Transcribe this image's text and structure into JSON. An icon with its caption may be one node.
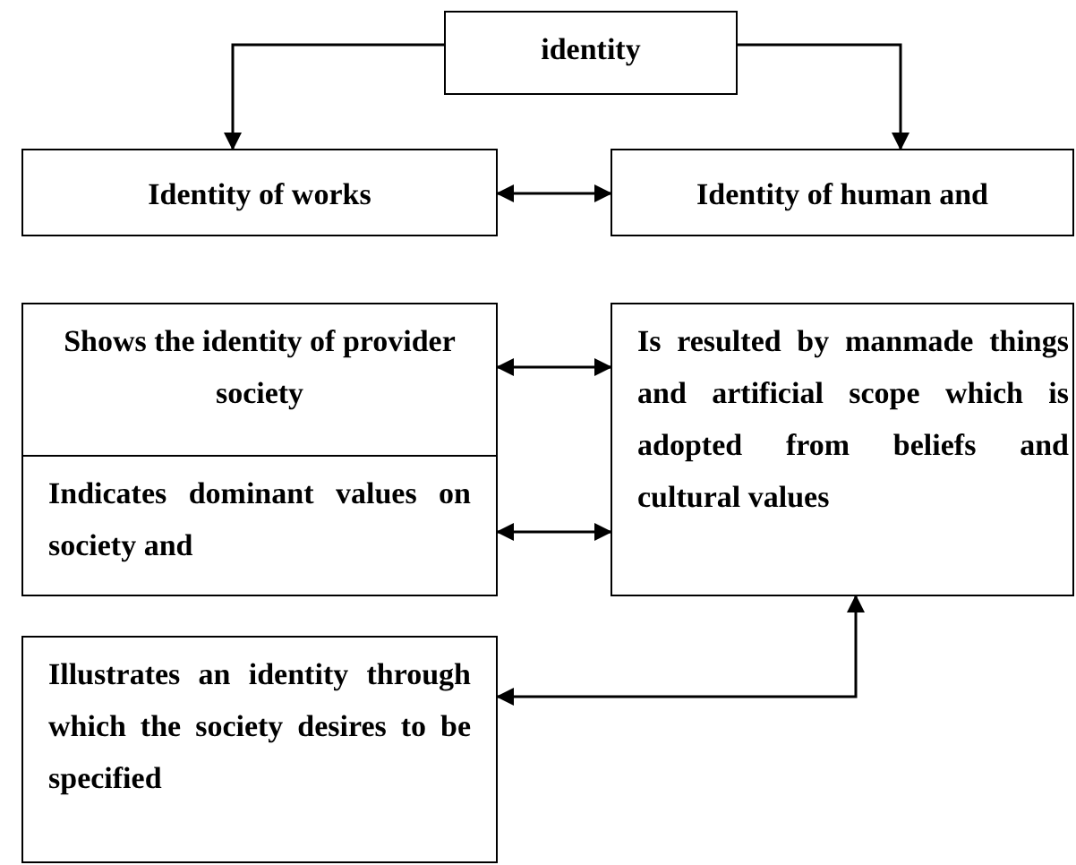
{
  "diagram": {
    "nodes": [
      {
        "text": [
          "identity"
        ]
      },
      {
        "text": [
          "Identity of works"
        ]
      },
      {
        "text": [
          "Identity of human and"
        ]
      },
      {
        "text": [
          "Shows the identity of provider society"
        ]
      },
      {
        "text": [
          "Indicates dominant values on society and"
        ]
      },
      {
        "text": [
          "Is resulted by manmade things and artificial scope which is adopted from beliefs and cultural values"
        ]
      },
      {
        "text": [
          "Illustrates an identity through which the society desires to be specified"
        ]
      }
    ],
    "edges": [
      {
        "from": 0,
        "to": 1,
        "arrow": "to"
      },
      {
        "from": 0,
        "to": 2,
        "arrow": "to"
      },
      {
        "from": 1,
        "to": 2,
        "arrow": "both"
      },
      {
        "from": 3,
        "to": 5,
        "arrow": "both"
      },
      {
        "from": 4,
        "to": 5,
        "arrow": "both"
      },
      {
        "from": 6,
        "to": 5,
        "arrow": "both"
      }
    ]
  }
}
